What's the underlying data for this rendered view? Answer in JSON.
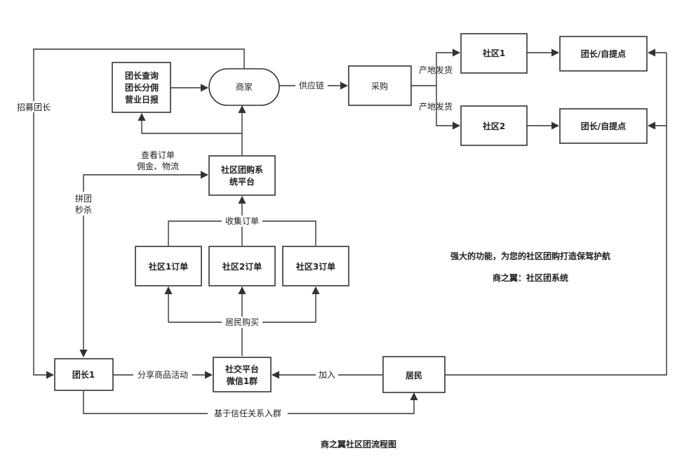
{
  "nodes": {
    "merchant": "商家",
    "report": [
      "团长查询",
      "团长分佣",
      "营业日报"
    ],
    "purchase": "采购",
    "community1": "社区1",
    "community2": "社区2",
    "pickup1": "团长/自提点",
    "pickup2": "团长/自提点",
    "platform": [
      "社区团购系",
      "统平台"
    ],
    "order1": "社区1订单",
    "order2": "社区2订单",
    "order3": "社区3订单",
    "leader1": "团长1",
    "social": [
      "社交平台",
      "微信1群"
    ],
    "resident": "居民"
  },
  "edges": {
    "supply_chain": "供应链",
    "origin_ship_1": "产地发货",
    "origin_ship_2": "产地发货",
    "recruit": "招募团长",
    "view_orders": [
      "查看订单",
      "佣金、物流"
    ],
    "group_buy": [
      "拼团",
      "秒杀"
    ],
    "collect_orders": "收集订单",
    "resident_buy": "居民购买",
    "share": "分享商品活动",
    "join": "加入",
    "trust": "基于信任关系入群"
  },
  "slogan": "强大的功能，为您的社区团购打造保驾护航",
  "brand": "商之翼：社区团系统",
  "caption": "商之翼社区团流程图",
  "colors": {
    "stroke": "#333333",
    "text": "#222222",
    "background": "#ffffff"
  }
}
